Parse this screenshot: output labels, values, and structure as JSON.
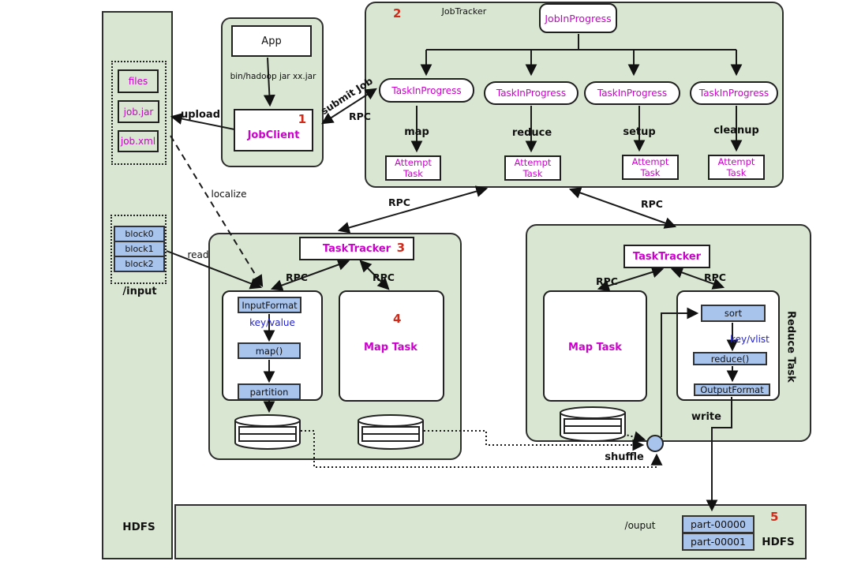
{
  "left_column": {
    "hdfs_label": "HDFS",
    "files": [
      "files",
      "job.jar",
      "job.xml"
    ],
    "blocks": [
      "block0",
      "block1",
      "block2"
    ],
    "input_dir": "/input"
  },
  "client": {
    "step": "1",
    "app_label": "App",
    "command": "bin/hadoop jar xx.jar",
    "jobclient_label": "JobClient"
  },
  "jobtracker": {
    "step": "2",
    "title": "JobTracker",
    "job_in_progress": "JobInProgress",
    "task_in_progress": [
      "TaskInProgress",
      "TaskInProgress",
      "TaskInProgress",
      "TaskInProgress"
    ],
    "task_types": [
      "map",
      "reduce",
      "setup",
      "cleanup"
    ],
    "attempt_tasks": [
      "Attempt Task",
      "Attempt Task",
      "Attempt Task",
      "Attempt Task"
    ]
  },
  "tracker_left": {
    "step": "3",
    "title": "TaskTracker",
    "input_format": "InputFormat",
    "key_value": "key/value",
    "map_fn": "map()",
    "partition": "partition",
    "map_task_step": "4",
    "map_task_label": "Map Task"
  },
  "tracker_right": {
    "title": "TaskTracker",
    "map_task_label": "Map Task",
    "sort": "sort",
    "key_vlist": "key/vlist",
    "reduce_fn": "reduce()",
    "output_format": "OutputFormat",
    "reduce_task_label": "Reduce Task",
    "write_label": "write"
  },
  "edges": {
    "upload": "upload",
    "localize": "localize",
    "read": "read",
    "submit_job": "submit Job",
    "rpc": "RPC",
    "shuffle": "shuffle"
  },
  "output": {
    "step": "5",
    "dir": "/ouput",
    "parts": [
      "part-00000",
      "part-00001"
    ],
    "hdfs_label": "HDFS"
  },
  "colors": {
    "green_fill": "#d9e7d2",
    "blue_fill": "#a9c4ec",
    "magenta_text": "#cc00cc",
    "red_step": "#d02a1a",
    "blue_text": "#2222cc"
  }
}
